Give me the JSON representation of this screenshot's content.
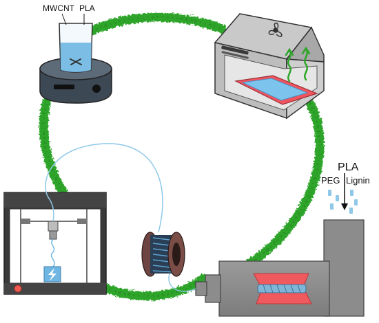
{
  "labels": {
    "mwcnt": "MWCNT",
    "pla_beaker": "PLA",
    "pla_extruder": "PLA",
    "peg": "PEG",
    "lignin": "Lignin"
  },
  "colors": {
    "loop_green": "#2fa52a",
    "loop_green_dark": "#1f7d1b",
    "filament_blue": "#8ec8e8",
    "solution_blue": "#6fb6e3",
    "barrel_red": "#f05a5f",
    "machine_gray": "#8a8a8a",
    "printer_gray": "#d7d7d7"
  },
  "icons": {
    "oven_fan": "fan-icon",
    "printer_bolt": "lightning-icon"
  }
}
